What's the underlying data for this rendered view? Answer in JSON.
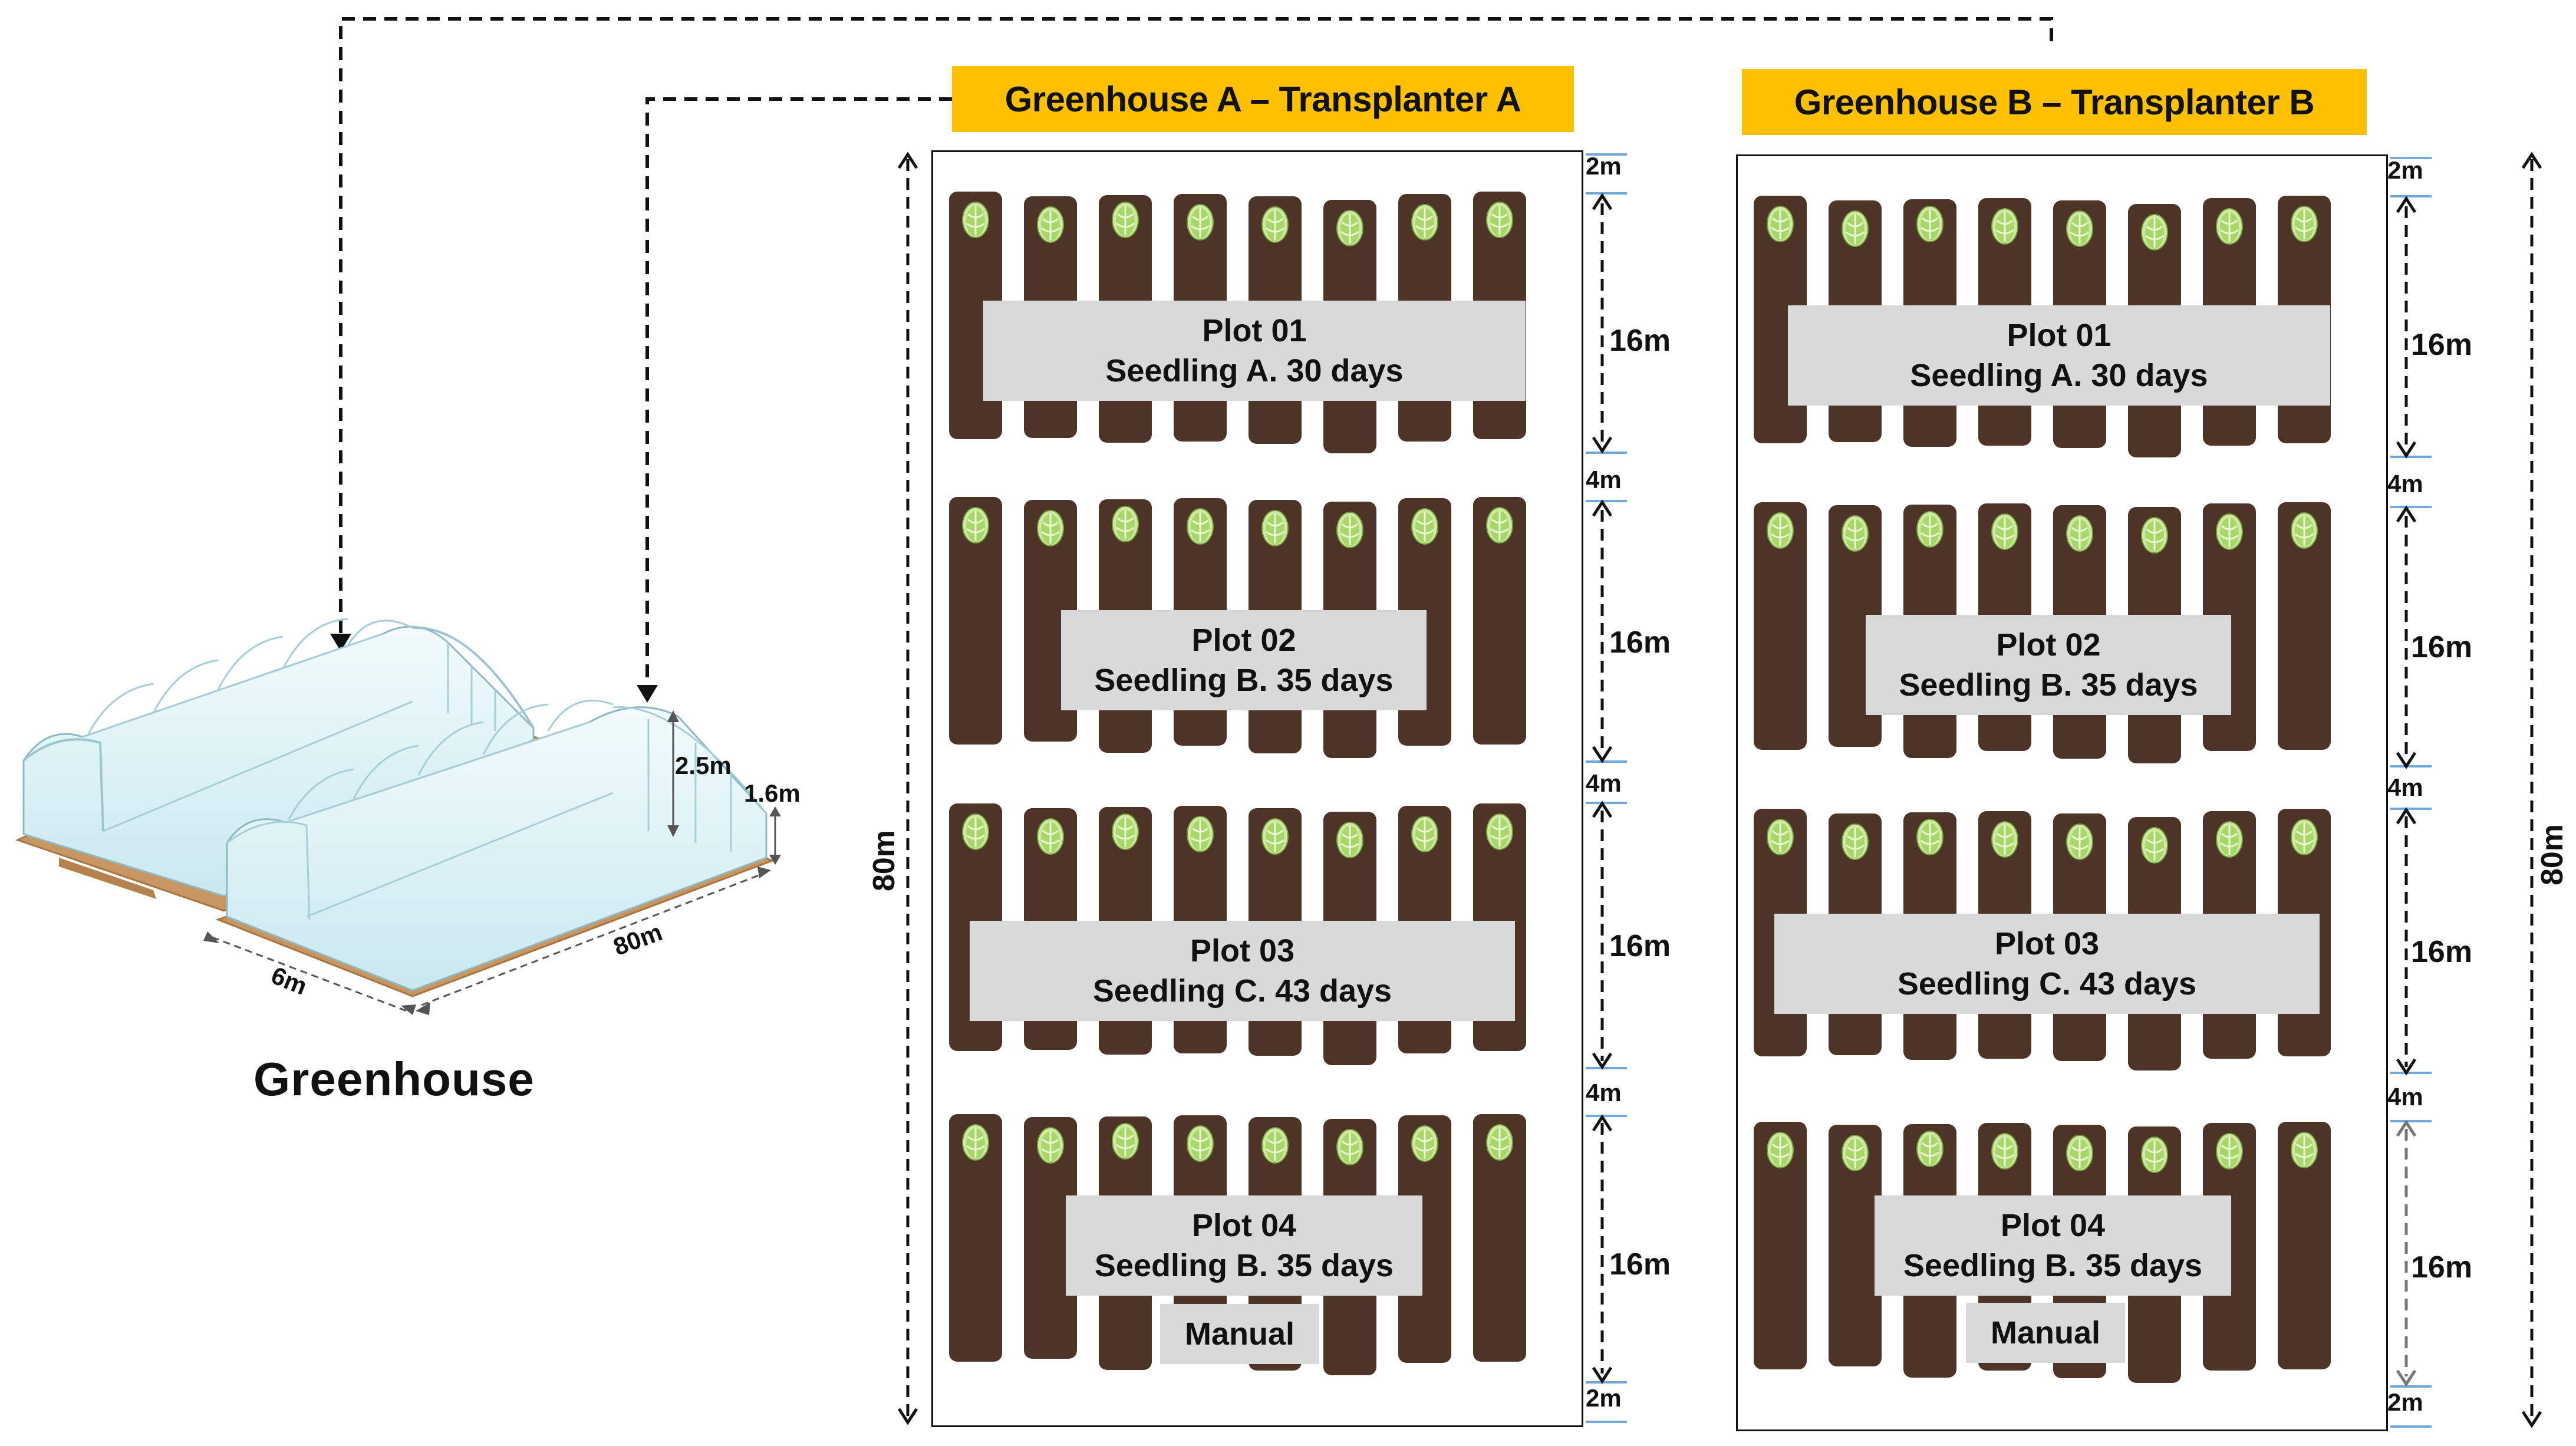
{
  "greenhouse": {
    "title": "Greenhouse",
    "dims": {
      "height_peak": "2.5m",
      "height_side": "1.6m",
      "length": "80m",
      "width": "6m"
    }
  },
  "houses": [
    {
      "title": "Greenhouse A – Transplanter A",
      "total_length": "80m",
      "plots": [
        {
          "name": "Plot 01",
          "seedling": "Seedling A. 30 days",
          "length": "16m"
        },
        {
          "name": "Plot 02",
          "seedling": "Seedling B. 35 days",
          "length": "16m"
        },
        {
          "name": "Plot 03",
          "seedling": "Seedling C. 43 days",
          "length": "16m"
        },
        {
          "name": "Plot 04",
          "seedling": "Seedling B. 35 days",
          "length": "16m",
          "note": "Manual"
        }
      ],
      "margins": {
        "top": "2m",
        "gap": "4m",
        "bottom": "2m"
      }
    },
    {
      "title": "Greenhouse B – Transplanter B",
      "total_length": "80m",
      "plots": [
        {
          "name": "Plot 01",
          "seedling": "Seedling A. 30 days",
          "length": "16m"
        },
        {
          "name": "Plot 02",
          "seedling": "Seedling B. 35 days",
          "length": "16m"
        },
        {
          "name": "Plot 03",
          "seedling": "Seedling C. 43 days",
          "length": "16m"
        },
        {
          "name": "Plot 04",
          "seedling": "Seedling B. 35 days",
          "length": "16m",
          "note": "Manual"
        }
      ],
      "margins": {
        "top": "2m",
        "gap": "4m",
        "bottom": "2m"
      }
    }
  ],
  "colors": {
    "title_bg": "#ffc000",
    "bed": "#4e3426",
    "label_bg": "#d9d9d9",
    "seedling": "#a8d66b"
  }
}
